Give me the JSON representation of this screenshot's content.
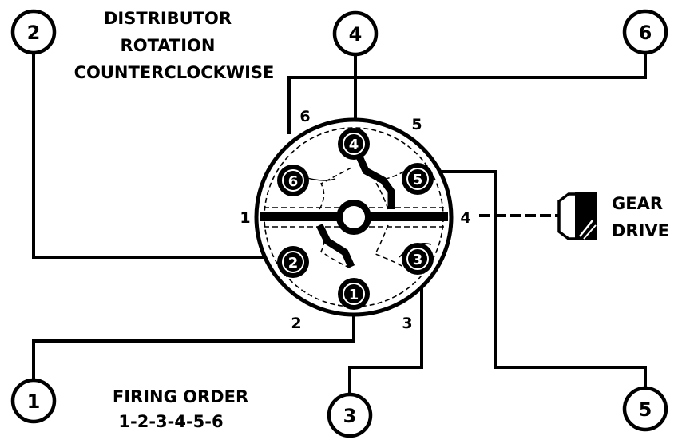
{
  "title_lines": [
    "DISTRIBUTOR",
    "ROTATION",
    "COUNTERCLOCKWISE"
  ],
  "firing_order": {
    "label": "FIRING ORDER",
    "sequence": "1-2-3-4-5-6"
  },
  "gear_drive": {
    "line1": "GEAR",
    "line2": "DRIVE"
  },
  "cylinders": [
    {
      "id": "c1",
      "label": "1"
    },
    {
      "id": "c2",
      "label": "2"
    },
    {
      "id": "c3",
      "label": "3"
    },
    {
      "id": "c4",
      "label": "4"
    },
    {
      "id": "c5",
      "label": "5"
    },
    {
      "id": "c6",
      "label": "6"
    }
  ],
  "cap_positions": {
    "p1": "1",
    "p2": "2",
    "p3": "3",
    "p4": "4",
    "p5": "5",
    "p6": "6"
  },
  "terminals": {
    "t1": "1",
    "t2": "2",
    "t3": "3",
    "t4": "4",
    "t5": "5",
    "t6": "6"
  }
}
